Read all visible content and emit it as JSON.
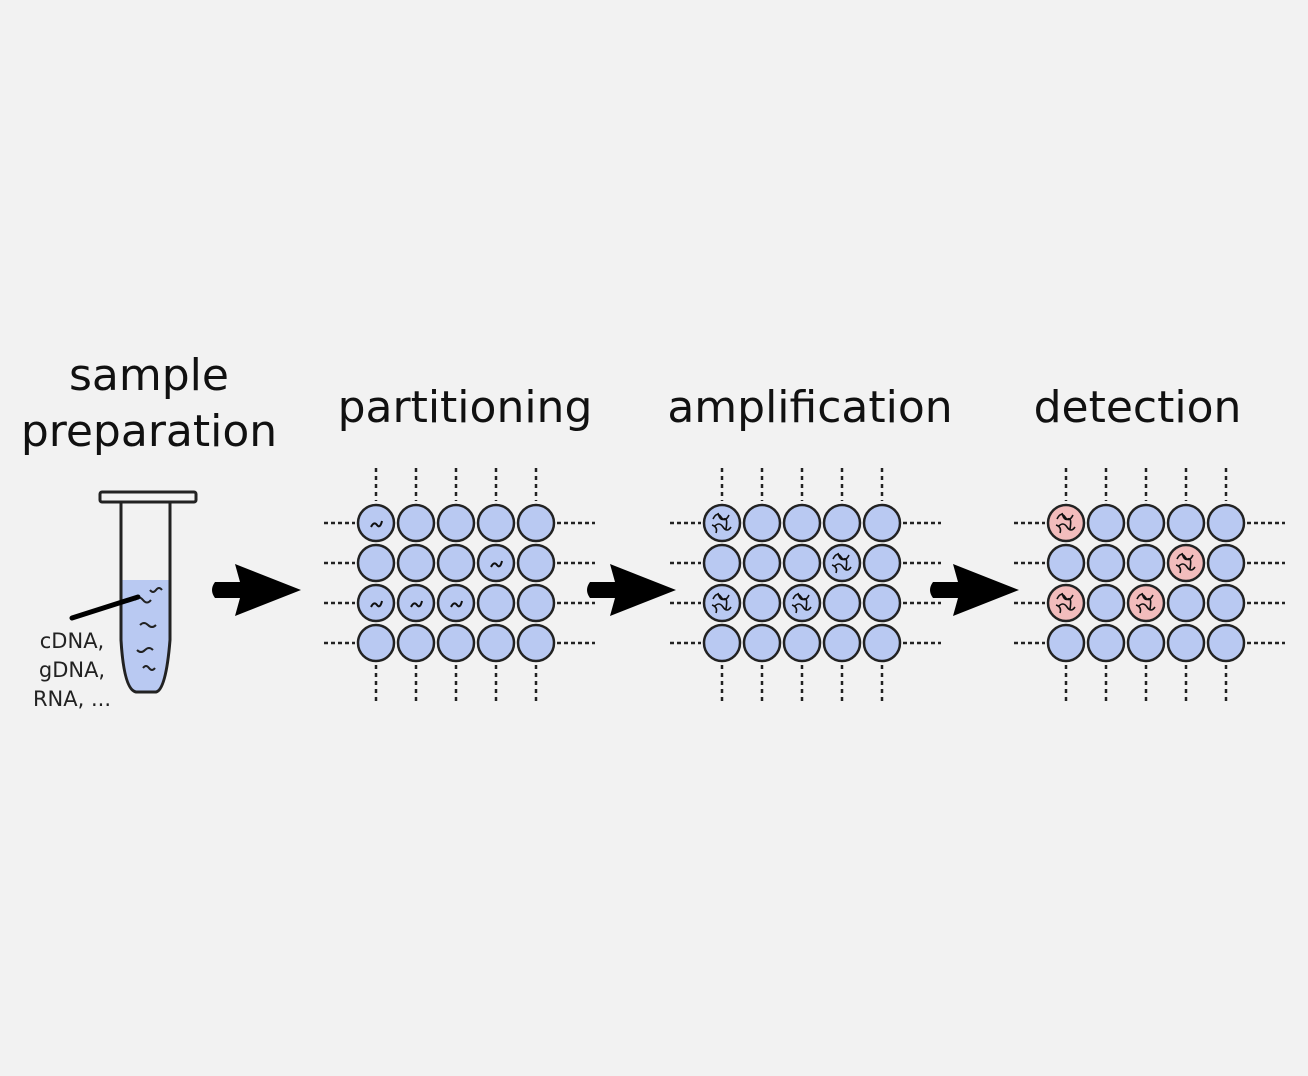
{
  "stages": {
    "sample_preparation": {
      "title_line1": "sample",
      "title_line2": "preparation"
    },
    "partitioning": {
      "title": "partitioning"
    },
    "amplification": {
      "title": "amplification"
    },
    "detection": {
      "title": "detection"
    }
  },
  "tube": {
    "labels": [
      "cDNA,",
      "gDNA,",
      "RNA, ..."
    ]
  },
  "grid": {
    "rows": 4,
    "cols": 5,
    "partitioning_template_cells": [
      [
        0,
        0
      ],
      [
        1,
        3
      ],
      [
        2,
        0
      ],
      [
        2,
        1
      ],
      [
        2,
        2
      ]
    ],
    "amplification_amplified_cells": [
      [
        0,
        0
      ],
      [
        1,
        3
      ],
      [
        2,
        0
      ],
      [
        2,
        2
      ]
    ],
    "detection_positive_cells": [
      [
        0,
        0
      ],
      [
        1,
        3
      ],
      [
        2,
        0
      ],
      [
        2,
        2
      ]
    ]
  },
  "colors": {
    "background": "#f2f2f2",
    "droplet": "#b9c9f2",
    "positive_droplet": "#f2bcbc",
    "outline": "#222222",
    "arrow": "#000000"
  }
}
